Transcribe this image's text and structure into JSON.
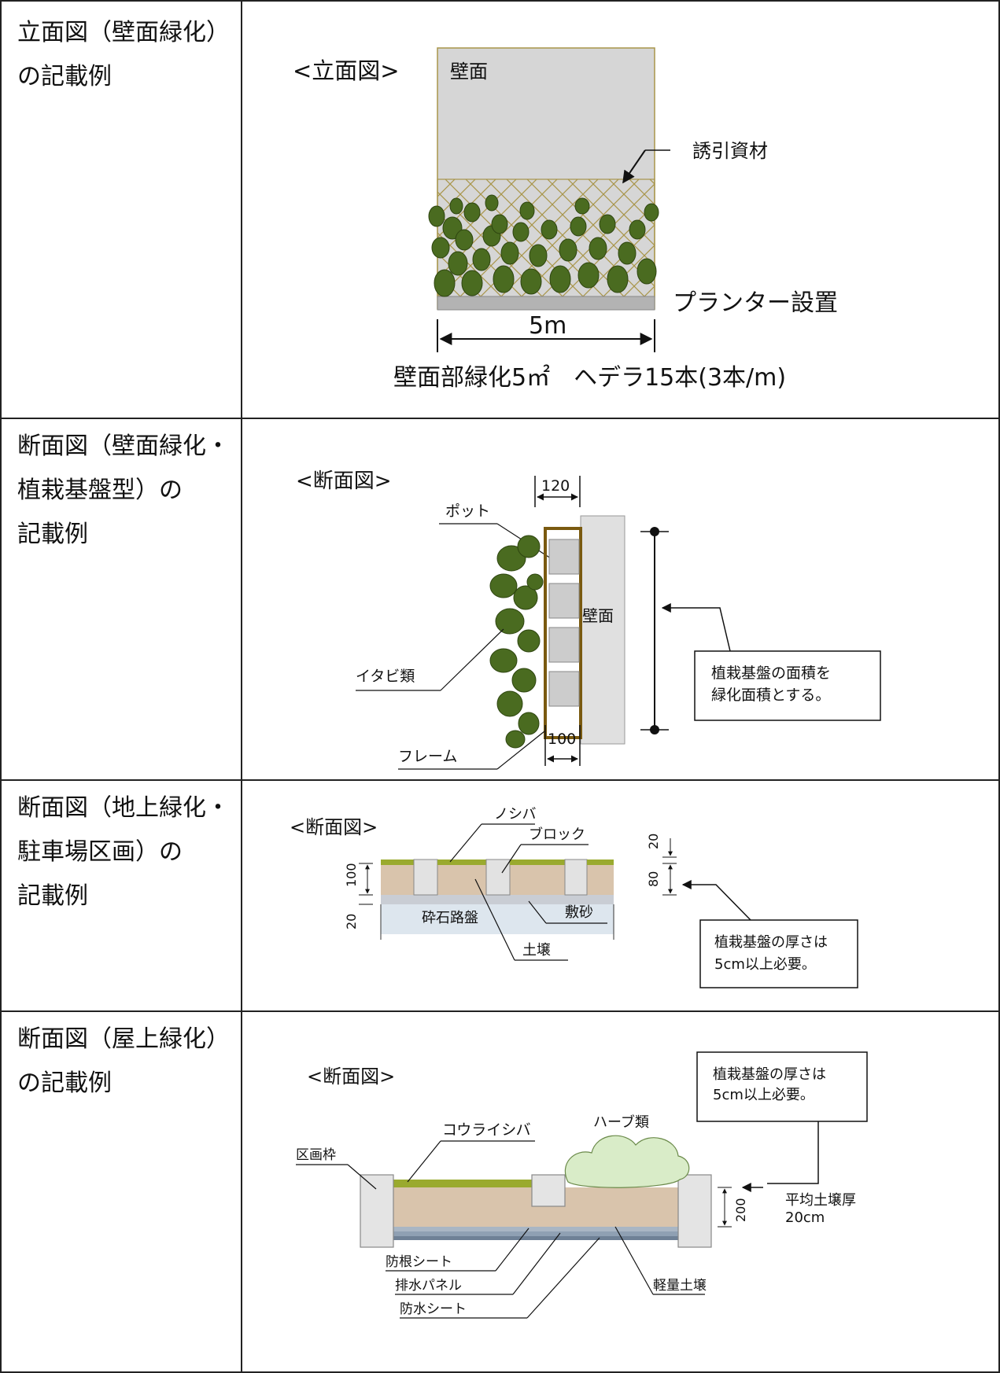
{
  "rows": [
    {
      "label_lines": [
        "立面図（壁面緑化）",
        "の記載例"
      ],
      "figure": {
        "heading": "<立面図>",
        "wall_label": "壁面",
        "trellis_label": "誘引資材",
        "planter_label": "プランター設置",
        "width_label": "5m",
        "caption": "壁面部緑化5㎡　ヘデラ15本(3本/m)"
      }
    },
    {
      "label_lines": [
        "断面図（壁面緑化・",
        "植栽基盤型）の",
        "記載例"
      ],
      "figure": {
        "heading": "<断面図>",
        "dim_top": "120",
        "pot_label": "ポット",
        "wall_label": "壁面",
        "ivy_label": "イタビ類",
        "frame_label": "フレーム",
        "dim_bottom": "100",
        "note_lines": [
          "植栽基盤の面積を",
          "緑化面積とする。"
        ]
      }
    },
    {
      "label_lines": [
        "断面図（地上緑化・",
        "駐車場区画）の",
        "記載例"
      ],
      "figure": {
        "heading": "<断面図>",
        "grass_label": "ノシバ",
        "block_label": "ブロック",
        "dim_left_top": "100",
        "dim_left_bottom": "20",
        "gravel_label": "砕石路盤",
        "sand_label": "敷砂",
        "soil_label": "土壌",
        "dim_right_top": "20",
        "dim_right_bottom": "80",
        "note_lines": [
          "植栽基盤の厚さは",
          "5cm以上必要。"
        ]
      }
    },
    {
      "label_lines": [
        "断面図（屋上緑化）",
        "の記載例"
      ],
      "figure": {
        "heading": "<断面図>",
        "note_lines": [
          "植栽基盤の厚さは",
          "5cm以上必要。"
        ],
        "herb_label": "ハーブ類",
        "grass_label": "コウライシバ",
        "frame_label": "区画枠",
        "dim_label": "200",
        "avg_soil_lines": [
          "平均土壌厚",
          "20cm"
        ],
        "root_sheet_label": "防根シート",
        "drain_panel_label": "排水パネル",
        "waterproof_sheet_label": "防水シート",
        "light_soil_label": "軽量土壌"
      }
    }
  ],
  "colors": {
    "wall_fill": "#d6d6d6",
    "ivy_green": "#4a6b20",
    "trellis_line": "#9a8a40",
    "frame_brown": "#7a5a10",
    "pot_gray": "#cccccc",
    "soil_tan": "#d9c4ac",
    "grass_green": "#9aaa2e",
    "base_blue": "#dde6ee",
    "herb_green": "#d9ecc8"
  }
}
